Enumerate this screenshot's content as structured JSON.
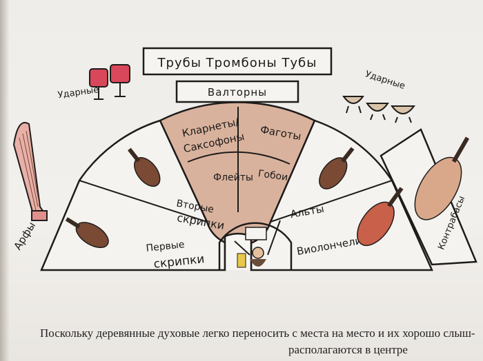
{
  "sections": {
    "brass": "Трубы   Тромбоны   Тубы",
    "horns": "Валторны",
    "percussion_left": "Ударные",
    "percussion_right": "Ударные",
    "clarinets_line1": "Кларнеты/",
    "clarinets_line2": "Саксофоны",
    "bassoons": "Фаготы",
    "flutes": "Флейты",
    "oboes": "Гобои",
    "second_violins_line1": "Вторые",
    "second_violins_line2": "скрипки",
    "first_violins_line1": "Первые",
    "first_violins_line2": "скрипки",
    "violas": "Альты",
    "cellos": "Виолончели",
    "basses": "Контрабасы",
    "harps": "Арфы"
  },
  "footer": {
    "line1": "Поскольку деревянные духовые легко переносить с места на место и их хорошо слыш-",
    "line2": "располагаются в центре"
  },
  "colors": {
    "woodwinds": "#d9b29d",
    "outline": "#1e1c1b",
    "instrument_wood": "#7a4a35",
    "cello_red": "#c8604a",
    "drum_red": "#d9475a"
  }
}
